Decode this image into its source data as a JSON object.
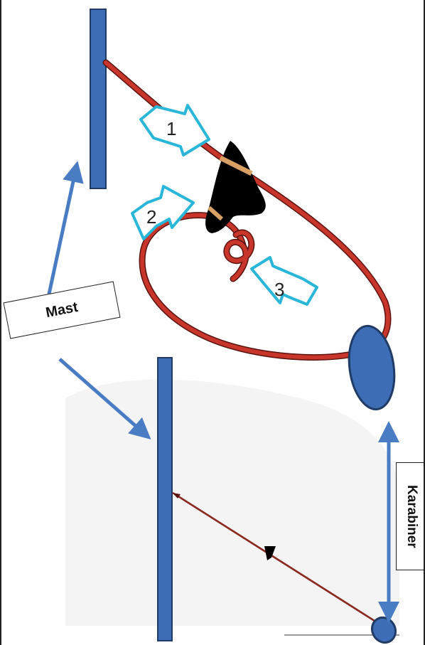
{
  "labels": {
    "mast": "Mast",
    "karabiner": "Karabiner"
  },
  "callouts": [
    "1",
    "2",
    "3"
  ],
  "colors": {
    "mast": "#3d6db5",
    "mast_outline": "#1f3b66",
    "rope": "#c8352a",
    "rope_outline": "#5a1410",
    "pointer_arrow": "#4a7cc4",
    "callout_outline": "#29b6d8",
    "tensioner": "#000000",
    "binding": "#d9a066"
  },
  "icons": [
    "mast-pole",
    "karabiner-oval",
    "rope-tensioner",
    "figure-eight-knot",
    "callout-arrow"
  ]
}
